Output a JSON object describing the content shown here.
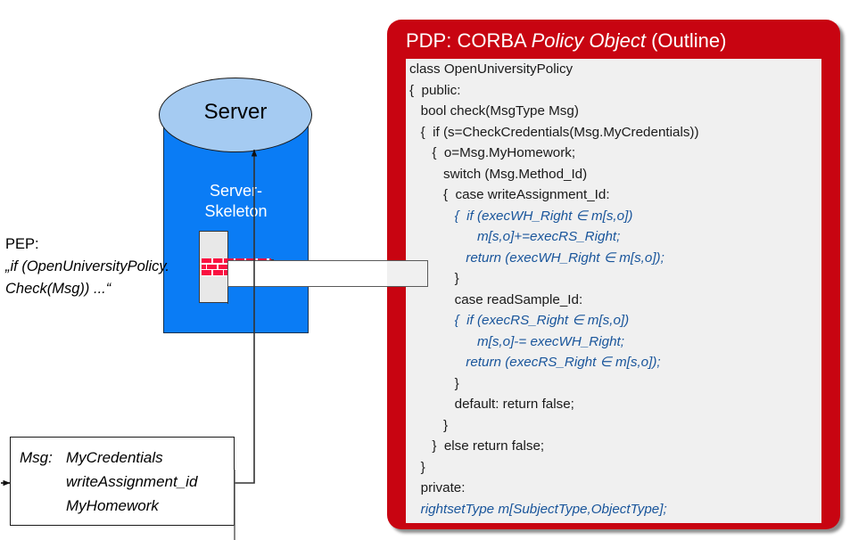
{
  "pdp": {
    "title_prefix": "PDP: CORBA ",
    "title_italic": "Policy Object",
    "title_suffix": " (Outline)",
    "accent_color": "#C80411",
    "code_bg": "#F0F0F0",
    "code_blue": "#19559B",
    "code": [
      {
        "text": "class OpenUniversityPolicy",
        "style": "plain"
      },
      {
        "text": "{  public:",
        "style": "plain"
      },
      {
        "text": "   bool check(MsgType Msg)",
        "style": "plain"
      },
      {
        "text": "   {  if (s=CheckCredentials(Msg.MyCredentials))",
        "style": "plain"
      },
      {
        "text": "      {  o=Msg.MyHomework;",
        "style": "plain"
      },
      {
        "text": "         switch (Msg.Method_Id)",
        "style": "plain"
      },
      {
        "text": "         {  case writeAssignment_Id:",
        "style": "plain"
      },
      {
        "text": "            {  if (execWH_Right ∈ m[s,o])",
        "style": "blue"
      },
      {
        "text": "                  m[s,o]+=execRS_Right;",
        "style": "blue"
      },
      {
        "text": "               return (execWH_Right ∈ m[s,o]);",
        "style": "blue"
      },
      {
        "text": "            }",
        "style": "plain"
      },
      {
        "text": "            case readSample_Id:",
        "style": "plain"
      },
      {
        "text": "            {  if (execRS_Right ∈ m[s,o])",
        "style": "blue"
      },
      {
        "text": "                  m[s,o]-= execWH_Right;",
        "style": "blue"
      },
      {
        "text": "               return (execRS_Right ∈ m[s,o]);",
        "style": "blue"
      },
      {
        "text": "            }",
        "style": "plain"
      },
      {
        "text": "            default: return false;",
        "style": "plain"
      },
      {
        "text": "         }",
        "style": "plain"
      },
      {
        "text": "      }  else return false;",
        "style": "plain"
      },
      {
        "text": "   }",
        "style": "plain"
      },
      {
        "text": "   private:",
        "style": "plain"
      },
      {
        "text": "   rightsetType m[SubjectType,ObjectType];",
        "style": "blue"
      },
      {
        "text": "}",
        "style": "plain"
      }
    ]
  },
  "server": {
    "top_label": "Server",
    "skeleton_label_line1": "Server-",
    "skeleton_label_line2": "Skeleton",
    "body_color": "#0A7CF5",
    "top_color": "#A5CBF2"
  },
  "firewall": {
    "name": "firewall-brick-symbol",
    "brick_color": "#FA1040",
    "box_color": "#E8E8E8"
  },
  "pep": {
    "line1": "PEP:",
    "line2": "„if (OpenUniversityPolicy.",
    "line3": "Check(Msg)) ...“"
  },
  "msg": {
    "label": "Msg:",
    "fields": [
      "MyCredentials",
      "writeAssignment_id",
      "MyHomework"
    ]
  }
}
